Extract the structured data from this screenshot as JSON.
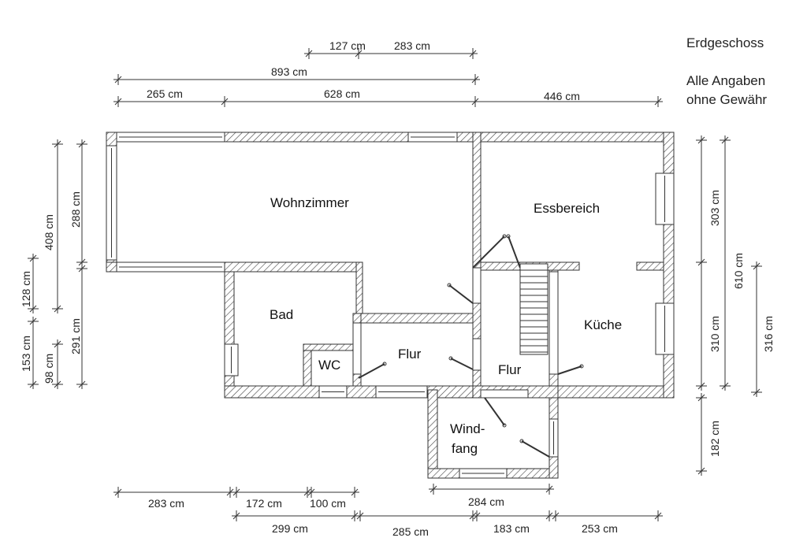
{
  "title": "Erdgeschoss",
  "disclaimer": [
    "Alle Angaben",
    "ohne Gewähr"
  ],
  "rooms": {
    "wohnzimmer": "Wohnzimmer",
    "essbereich": "Essbereich",
    "bad": "Bad",
    "wc": "WC",
    "flur1": "Flur",
    "flur2": "Flur",
    "kueche": "Küche",
    "windfang1": "Wind-",
    "windfang2": "fang"
  },
  "dimensions": {
    "top": [
      "127 cm",
      "283 cm",
      "893 cm",
      "265 cm",
      "628 cm",
      "446 cm"
    ],
    "left": [
      "408 cm",
      "288 cm",
      "128 cm",
      "291 cm",
      "153 cm",
      "98 cm"
    ],
    "right": [
      "303 cm",
      "610 cm",
      "310 cm",
      "316 cm",
      "182 cm"
    ],
    "bottom": [
      "283 cm",
      "172 cm",
      "100 cm",
      "284 cm",
      "299 cm",
      "285 cm",
      "183 cm",
      "253 cm"
    ]
  }
}
